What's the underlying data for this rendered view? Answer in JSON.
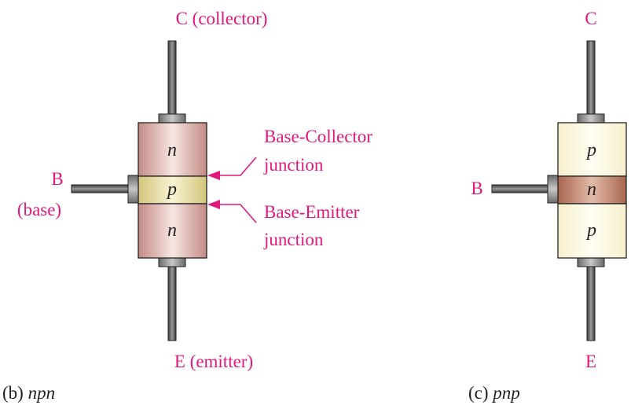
{
  "npn": {
    "collector_label": "C (collector)",
    "base_label_b": "B",
    "base_label_base": "(base)",
    "emitter_label": "E (emitter)",
    "layers": [
      "n",
      "p",
      "n"
    ],
    "bc_junction_line1": "Base-Collector",
    "bc_junction_line2": "junction",
    "be_junction_line1": "Base-Emitter",
    "be_junction_line2": "junction",
    "caption_prefix": "(b) ",
    "caption_type": "npn"
  },
  "pnp": {
    "collector_label": "C",
    "base_label": "B",
    "emitter_label": "E",
    "layers": [
      "p",
      "n",
      "p"
    ],
    "caption_prefix": "(c) ",
    "caption_type": "pnp"
  },
  "colors": {
    "label": "#e0197d",
    "n_region": "#c9908a",
    "p_region_npn": "#ddd59a",
    "p_region_pnp": "#fbf6dc",
    "n_region_pnp": "#b6705a",
    "lead": "#4a4a4a"
  }
}
